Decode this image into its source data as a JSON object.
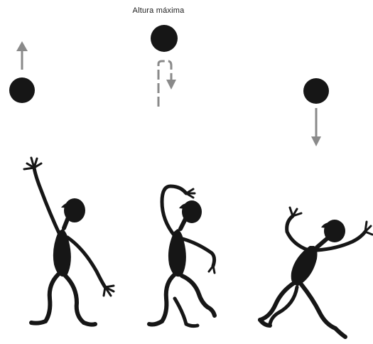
{
  "labels": {
    "max_height": "Altura máxima"
  },
  "colors": {
    "ink": "#161616",
    "arrow": "#8a8a8a",
    "background": "#ffffff"
  },
  "scene": {
    "panels": [
      {
        "id": "rising",
        "ball": "ball",
        "arrow": "up-arrow-icon",
        "figure": "stick-figure-throwing"
      },
      {
        "id": "max-height",
        "ball": "ball",
        "arrow": "turnaround-arrow-icon",
        "figure": "stick-figure-watching"
      },
      {
        "id": "falling",
        "ball": "ball",
        "arrow": "down-arrow-icon",
        "figure": "stick-figure-catching"
      }
    ]
  }
}
